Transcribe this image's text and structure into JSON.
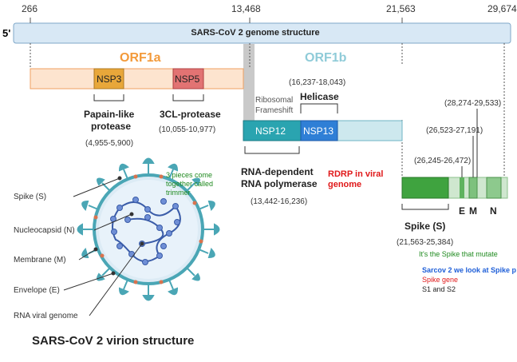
{
  "coordinates": [
    "266",
    "13,468",
    "21,563",
    "29,674"
  ],
  "five_prime": "5'",
  "genome_title": "SARS-CoV 2 genome structure",
  "orf1a": "ORF1a",
  "orf1b": "ORF1b",
  "nsp3": "NSP3",
  "nsp5": "NSP5",
  "nsp12": "NSP12",
  "nsp13": "NSP13",
  "papain_line1": "Papain-like",
  "papain_line2": "protease",
  "papain_range": "(4,955-5,900)",
  "cl_protease": "3CL-protease",
  "cl_range": "(10,055-10,977)",
  "helicase_range": "(16,237-18,043)",
  "helicase": "Helicase",
  "frameshift_line1": "Ribosomal",
  "frameshift_line2": "Frameshift",
  "rdrp_line1": "RNA-dependent",
  "rdrp_line2": "RNA polymerase",
  "rdrp_range": "(13,442-16,236)",
  "rdrp_note_line1": "RDRP in viral",
  "rdrp_note_line2": "genome",
  "n_range": "(28,274-29,533)",
  "m_range": "(26,523-27,191)",
  "e_range": "(26,245-26,472)",
  "label_e": "E",
  "label_m": "M",
  "label_n": "N",
  "spike_label": "Spike (S)",
  "spike_range": "(21,563-25,384)",
  "note_trimmer": [
    "3 pieces come",
    "together called",
    "trimmer"
  ],
  "note_mutate": "It's the Spike that mutate",
  "note_sarcov": "Sarcov 2 we look at Spike p",
  "note_spike_gene": "Spike gene",
  "note_s1s2": "S1 and S2",
  "virion_labels": [
    "Spike (S)",
    "Nucleocapsid (N)",
    "Membrane (M)",
    "Envelope (E)",
    "RNA viral genome"
  ],
  "virion_title": "SARS-CoV 2 virion structure",
  "colors": {
    "orf1a": "#f39a3a",
    "orf1b": "#8fcbd8",
    "nsp12": "#2aa4b0",
    "nsp13": "#2f7fd6",
    "spike": "#3fa33f",
    "virion": "#4aa6b5",
    "rdrp_note": "#e0191a",
    "green_note": "#1f8a1f",
    "blue_note": "#1f5fd8"
  }
}
